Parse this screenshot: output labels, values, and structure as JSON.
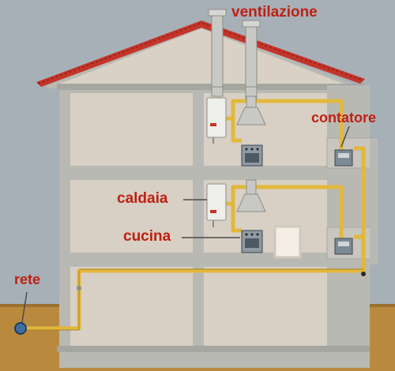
{
  "labels": {
    "ventilazione": "ventilazione",
    "contatore": "contatore",
    "caldaia": "caldaia",
    "cucina": "cucina",
    "rete": "rete"
  },
  "colors": {
    "background": "#a7b0b7",
    "ground": "#b98a3e",
    "wall": "#b9b9b4",
    "room": "#d8d0c4",
    "roof": "#c4352a",
    "pipe": "#e2b83c",
    "label": "#bf1f12"
  },
  "icons": [
    "boiler",
    "cooker",
    "range-hood",
    "gas-meter",
    "chimney-flue",
    "network-junction"
  ]
}
